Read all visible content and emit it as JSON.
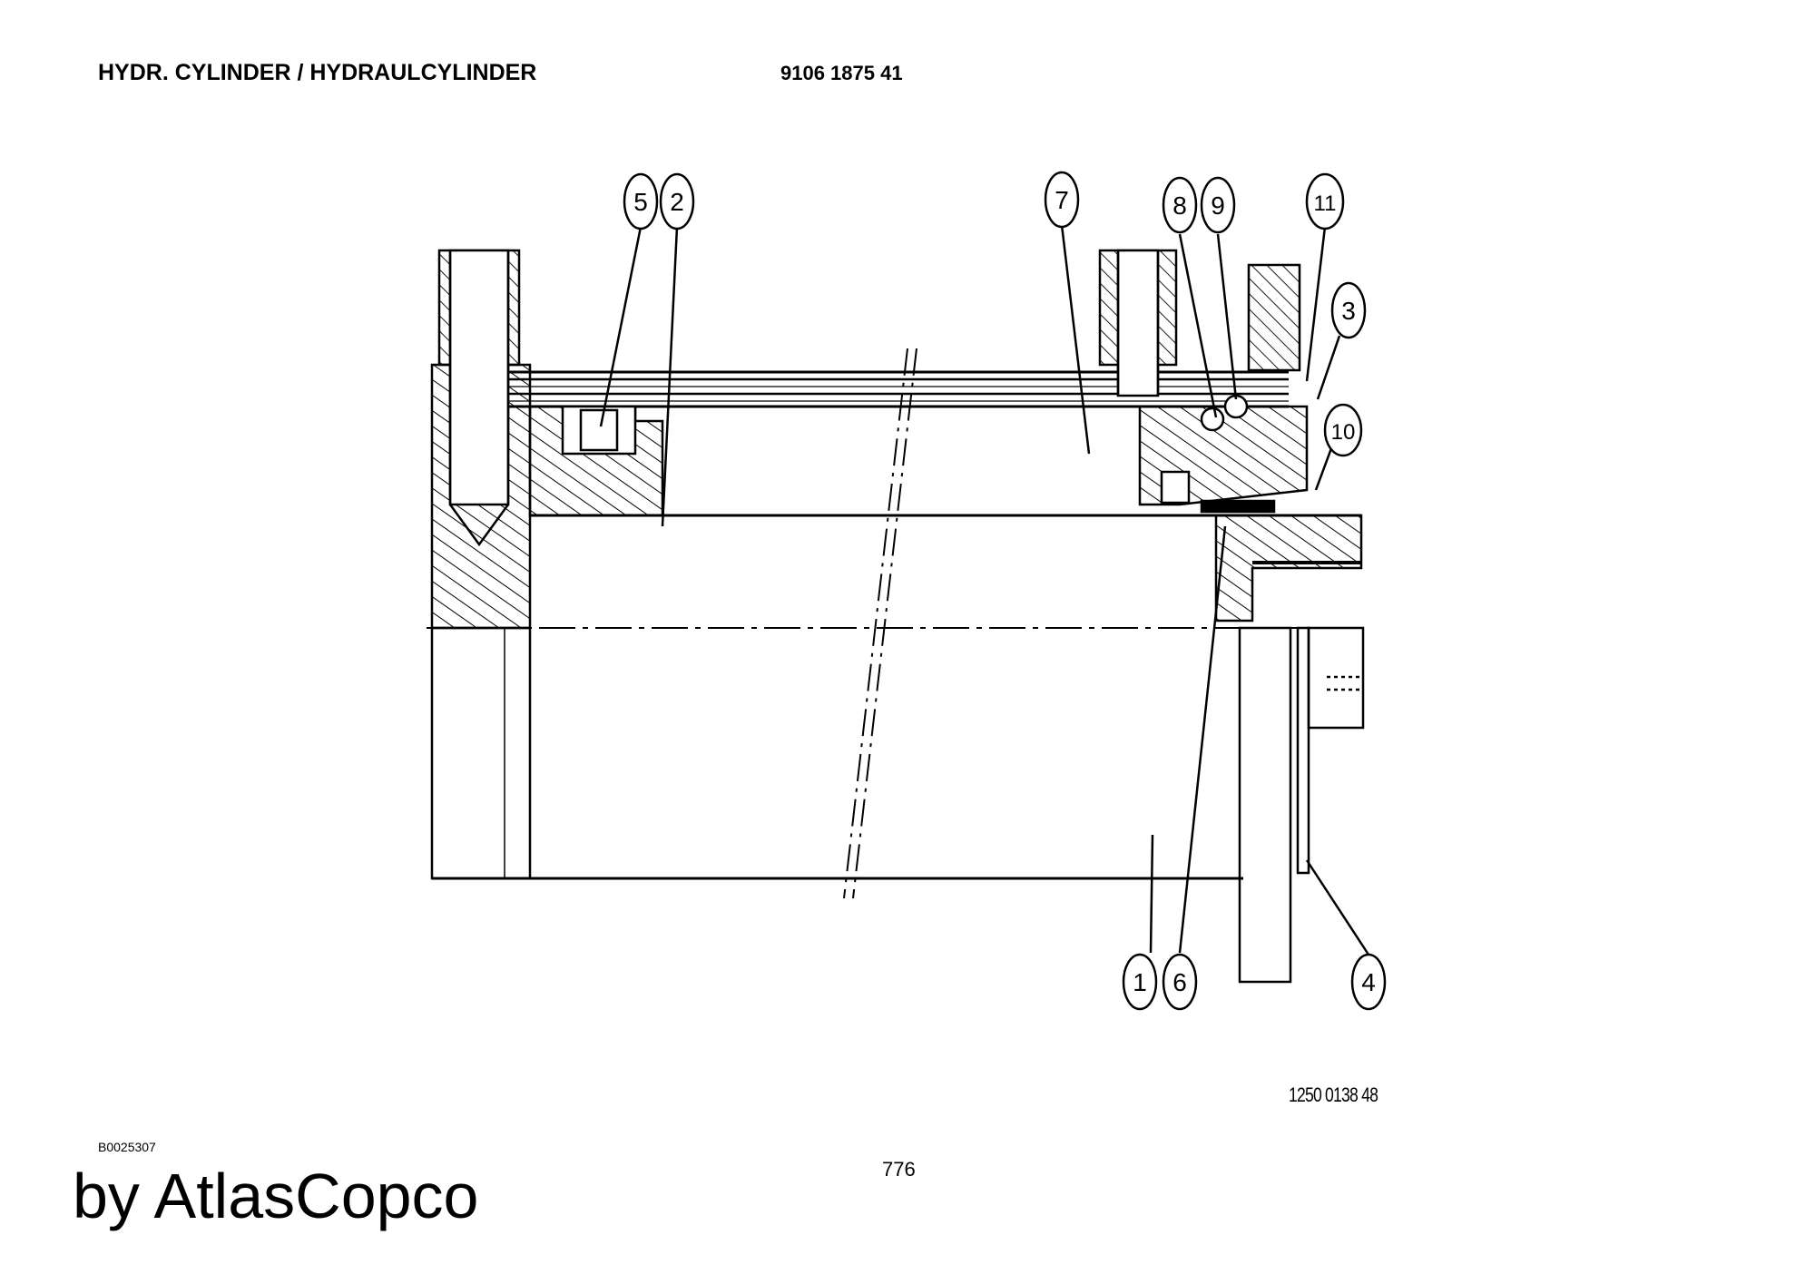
{
  "header": {
    "title": "HYDR. CYLINDER / HYDRAULCYLINDER",
    "part_number": "9106 1875 41"
  },
  "drawing": {
    "balloons": [
      {
        "id": "b5",
        "label": "5"
      },
      {
        "id": "b2",
        "label": "2"
      },
      {
        "id": "b7",
        "label": "7"
      },
      {
        "id": "b8",
        "label": "8"
      },
      {
        "id": "b9",
        "label": "9"
      },
      {
        "id": "b11",
        "label": "11"
      },
      {
        "id": "b3",
        "label": "3"
      },
      {
        "id": "b10",
        "label": "10"
      },
      {
        "id": "b1",
        "label": "1"
      },
      {
        "id": "b6",
        "label": "6"
      },
      {
        "id": "b4",
        "label": "4"
      }
    ],
    "reference": "1250 0138 48"
  },
  "footer": {
    "code": "B0025307",
    "page": "776",
    "brand": "by AtlasCopco"
  }
}
